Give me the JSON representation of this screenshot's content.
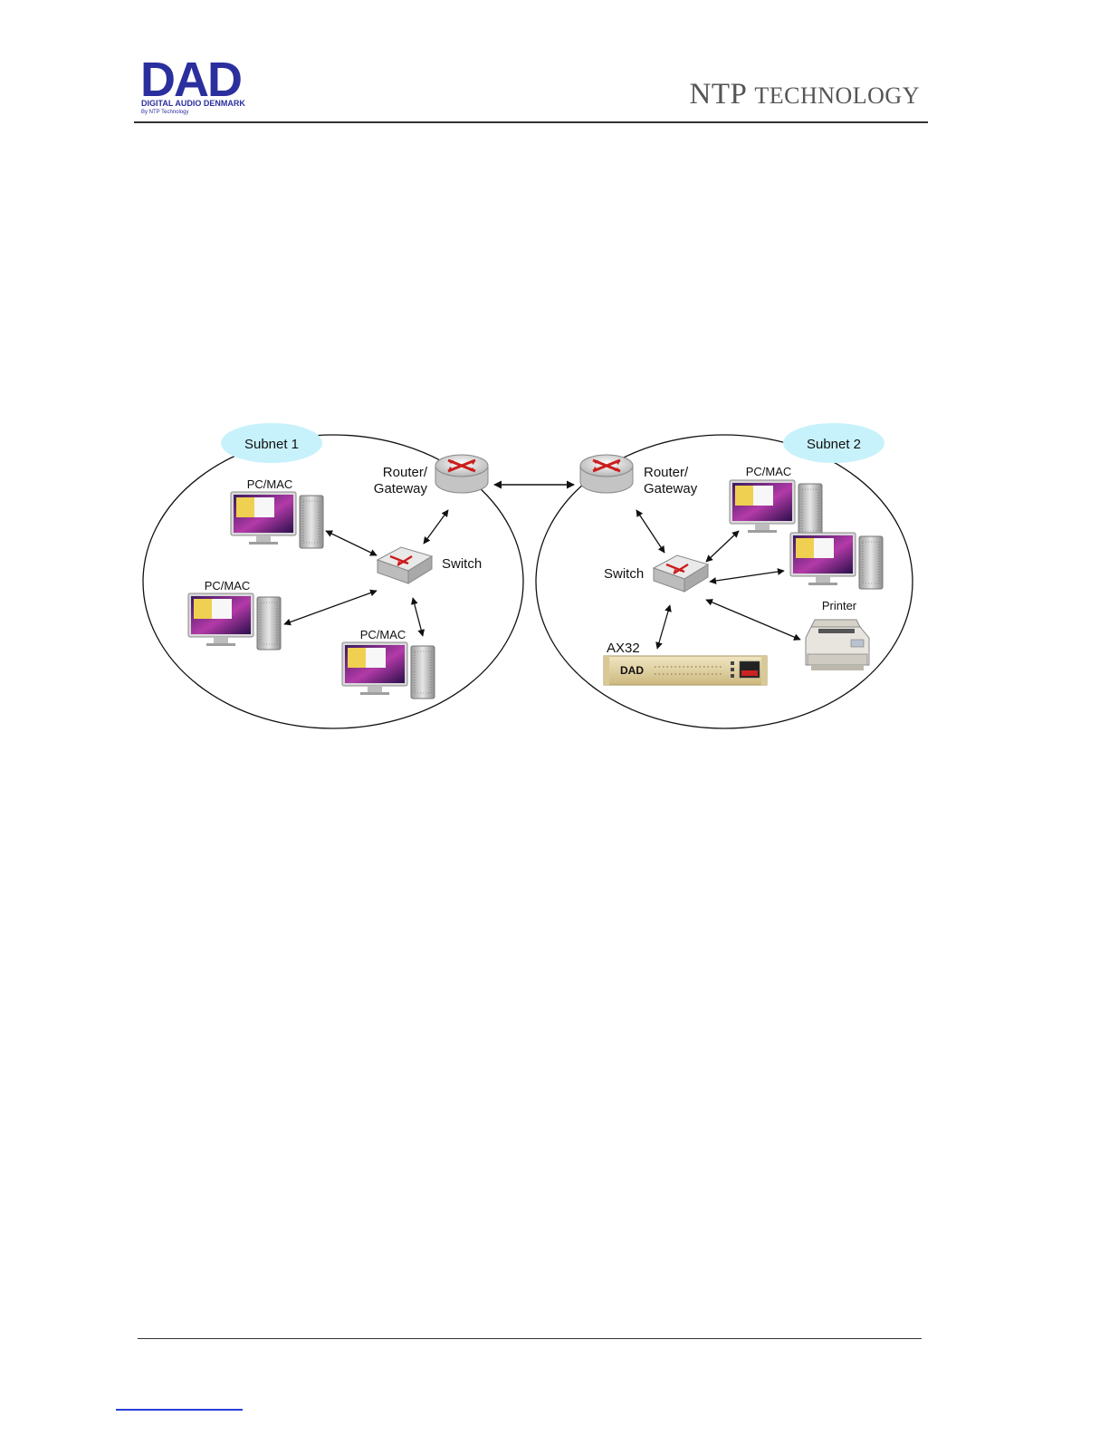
{
  "header": {
    "logo_text": "DAD",
    "logo_subtitle": "DIGITAL AUDIO DENMARK",
    "logo_byline": "By NTP Technology",
    "company_big": "NTP",
    "company_small": "TECHNOLOGY"
  },
  "diagram": {
    "subnet1": {
      "label": "Subnet 1",
      "router_line1": "Router/",
      "router_line2": "Gateway",
      "switch_label": "Switch",
      "pc_labels": [
        "PC/MAC",
        "PC/MAC",
        "PC/MAC"
      ]
    },
    "subnet2": {
      "label": "Subnet 2",
      "router_line1": "Router/",
      "router_line2": "Gateway",
      "switch_label": "Switch",
      "pc_label": "PC/MAC",
      "printer_label": "Printer",
      "device_label": "AX32",
      "device_brand": "DAD"
    }
  },
  "colors": {
    "logo_blue": "#2b2f9e",
    "subnet_bubble": "#c8f2fb",
    "router_arrow": "#cc1d1d",
    "device_gold": "#e3d4a4",
    "footer_link": "#2a3fd8"
  }
}
